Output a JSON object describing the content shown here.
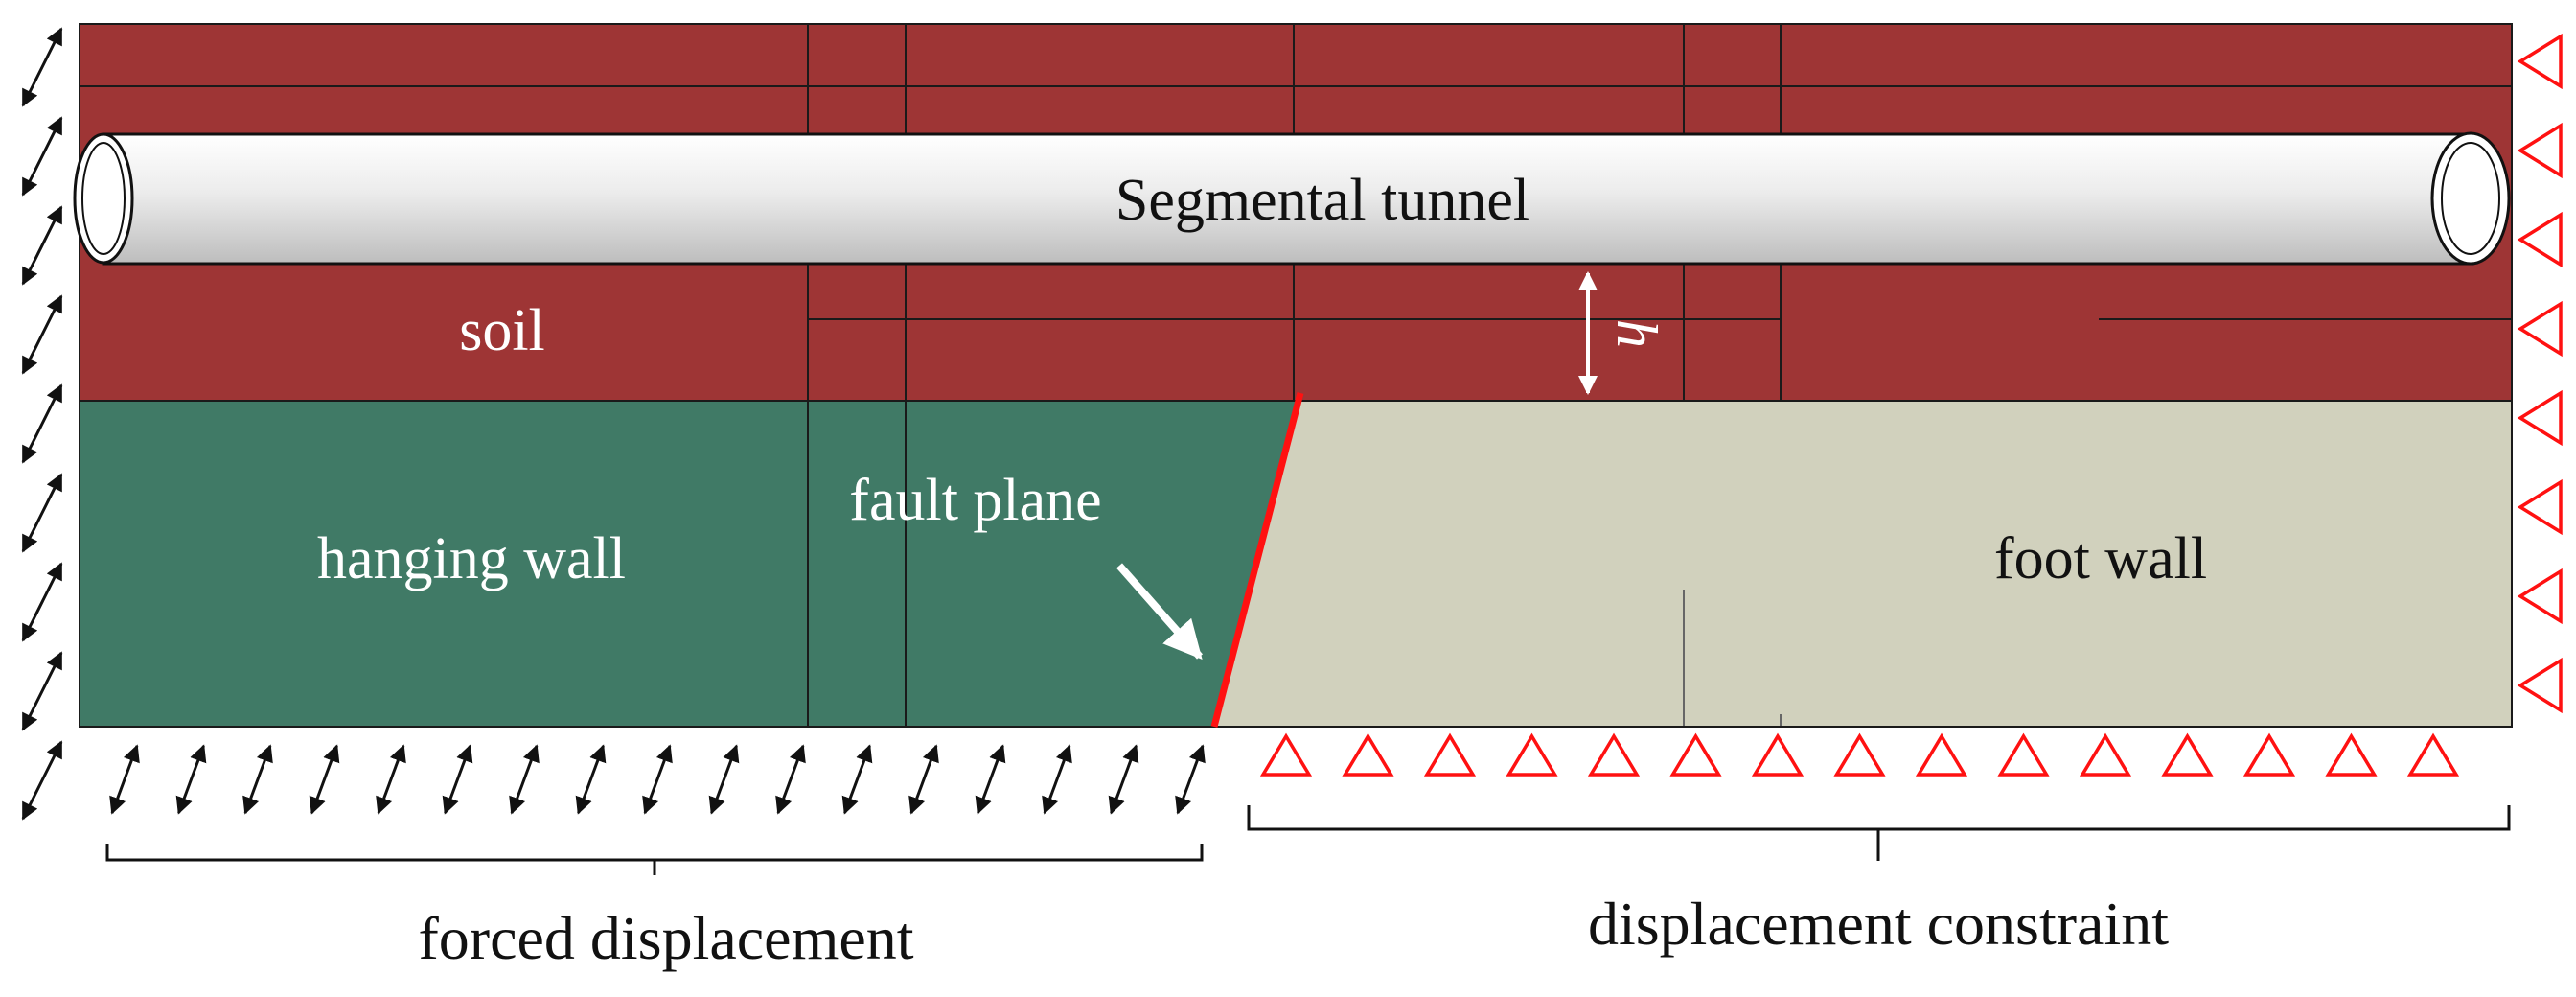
{
  "labels": {
    "tunnel": "Segmental tunnel",
    "soil": "soil",
    "h": "h",
    "hanging_wall": "hanging wall",
    "fault_plane": "fault plane",
    "foot_wall": "foot wall",
    "forced_displacement": "forced displacement",
    "displacement_constraint": "displacement constraint"
  },
  "colors": {
    "soil": "#9e3535",
    "hanging_wall": "#407a66",
    "foot_wall": "#d1d1bd",
    "fault": "#ff1111",
    "constraint": "#ff1111",
    "outline": "#1a1a1a",
    "tunnel_light": "#ffffff",
    "tunnel_dark": "#c2c2c2"
  },
  "boundary": {
    "left_side_arrow_count": 9,
    "bottom_arrow_count": 17,
    "right_side_triangle_count": 8,
    "bottom_triangle_count": 15
  }
}
